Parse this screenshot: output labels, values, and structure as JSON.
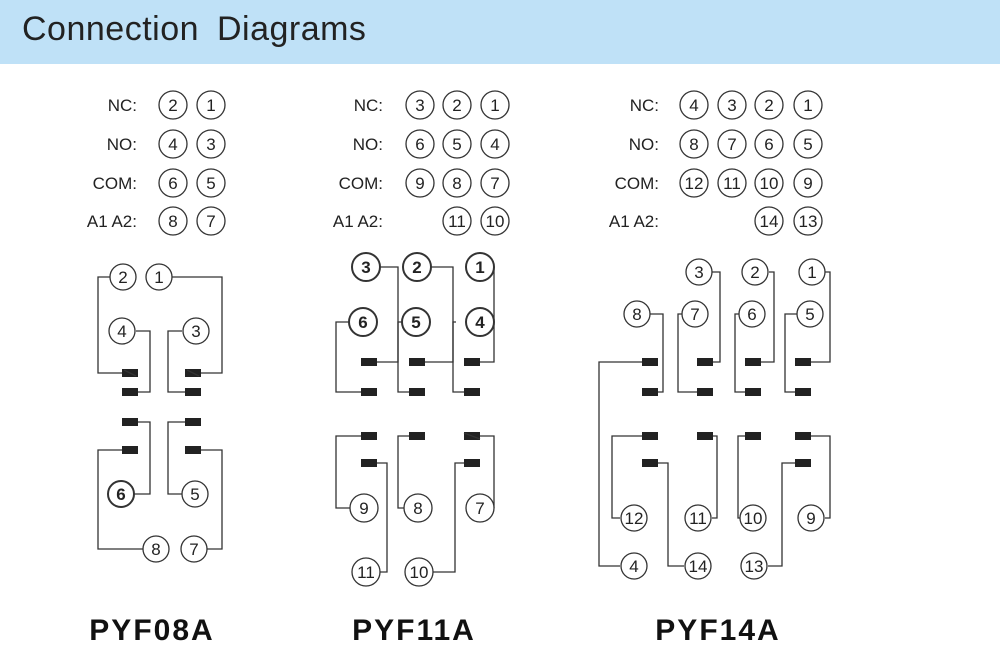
{
  "header": {
    "title": "Connection  Diagrams"
  },
  "row_labels": {
    "nc": "NC:",
    "no": "NO:",
    "com": "COM:",
    "coil": "A1 A2:"
  },
  "colors": {
    "header_bg": "#bfe1f7",
    "line": "#333333",
    "contact": "#222222"
  },
  "models": [
    {
      "name": "PYF08A",
      "nc": [
        "2",
        "1"
      ],
      "no": [
        "4",
        "3"
      ],
      "com": [
        "6",
        "5"
      ],
      "coil": [
        "8",
        "7"
      ]
    },
    {
      "name": "PYF11A",
      "nc": [
        "3",
        "2",
        "1"
      ],
      "no": [
        "6",
        "5",
        "4"
      ],
      "com": [
        "9",
        "8",
        "7"
      ],
      "coil": [
        "11",
        "10"
      ]
    },
    {
      "name": "PYF14A",
      "nc": [
        "4",
        "3",
        "2",
        "1"
      ],
      "no": [
        "8",
        "7",
        "6",
        "5"
      ],
      "com": [
        "12",
        "11",
        "10",
        "9"
      ],
      "coil": [
        "14",
        "13"
      ]
    }
  ],
  "diagram_pins": {
    "pyf08a": [
      "2",
      "1",
      "4",
      "3",
      "6",
      "5",
      "8",
      "7"
    ],
    "pyf11a": [
      "3",
      "2",
      "1",
      "6",
      "5",
      "4",
      "9",
      "8",
      "7",
      "11",
      "10"
    ],
    "pyf14a": [
      "3",
      "2",
      "1",
      "8",
      "7",
      "6",
      "5",
      "12",
      "11",
      "10",
      "9",
      "4",
      "14",
      "13"
    ]
  }
}
